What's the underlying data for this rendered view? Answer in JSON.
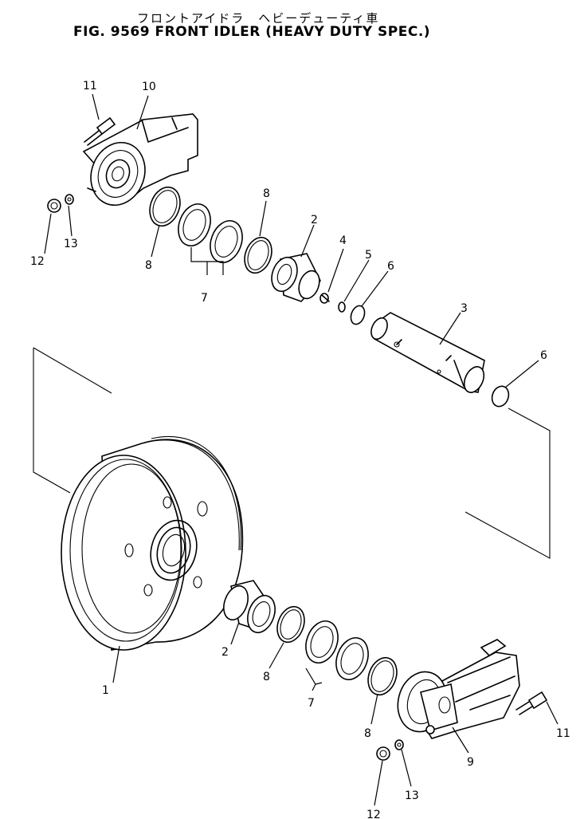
{
  "header": {
    "title_jp": "フロントアイドラ　ヘビーデューティ車",
    "title": "FIG. 9569 FRONT IDLER (HEAVY DUTY SPEC.)"
  },
  "callouts": {
    "c1": "1",
    "c2a": "2",
    "c2b": "2",
    "c3": "3",
    "c4": "4",
    "c5": "5",
    "c6a": "6",
    "c6b": "6",
    "c7a": "7",
    "c7b": "7",
    "c8a": "8",
    "c8b": "8",
    "c8c": "8",
    "c8d": "8",
    "c9": "9",
    "c10": "10",
    "c11a": "11",
    "c11b": "11",
    "c12a": "12",
    "c12b": "12",
    "c13a": "13",
    "c13b": "13"
  }
}
